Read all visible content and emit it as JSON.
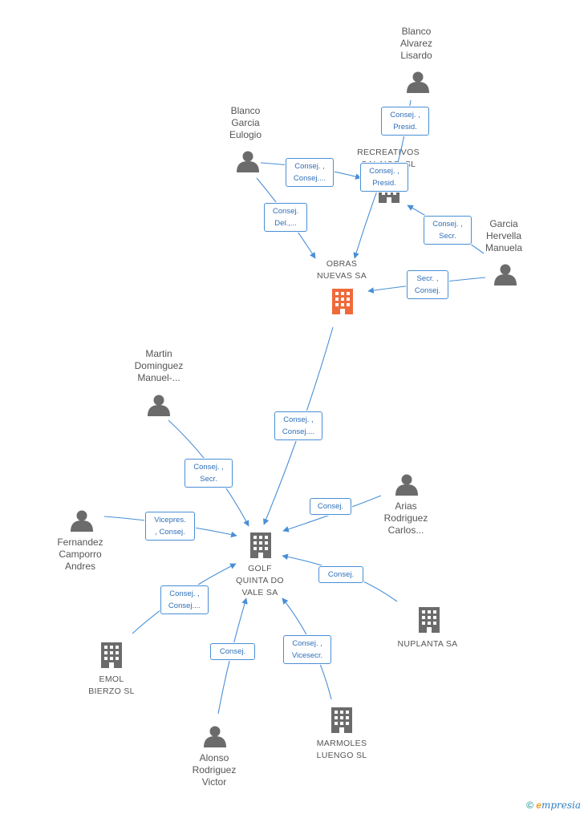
{
  "colors": {
    "edge": "#4a8fd6",
    "person": "#6b6b6b",
    "company": "#6b6b6b",
    "highlight": "#ef6a3a"
  },
  "people": [
    {
      "id": "blanco-alvarez",
      "label": "Blanco\nAlvarez\nLisardo"
    },
    {
      "id": "blanco-garcia",
      "label": "Blanco\nGarcia\nEulogio"
    },
    {
      "id": "garcia-hervella",
      "label": "Garcia\nHervella\nManuela"
    },
    {
      "id": "martin-dominguez",
      "label": "Martin\nDominguez\nManuel-..."
    },
    {
      "id": "arias-rodriguez",
      "label": "Arias\nRodriguez\nCarlos..."
    },
    {
      "id": "fernandez-camporro",
      "label": "Fernandez\nCamporro\nAndres"
    },
    {
      "id": "alonso-rodriguez",
      "label": "Alonso\nRodriguez\nVictor"
    }
  ],
  "companies": [
    {
      "id": "recreativos",
      "label": "RECREATIVOS\nGALAICO..SL"
    },
    {
      "id": "obras-nuevas",
      "label": "OBRAS\nNUEVAS SA"
    },
    {
      "id": "golf-quinta",
      "label": "GOLF\nQUINTA DO\nVALE SA"
    },
    {
      "id": "nuplanta",
      "label": "NUPLANTA SA"
    },
    {
      "id": "emol-bierzo",
      "label": "EMOL\nBIERZO SL"
    },
    {
      "id": "marmoles-luengo",
      "label": "MARMOLES\nLUENGO SL"
    }
  ],
  "edges": [
    {
      "id": "e1",
      "label": "Consej. ,\nPresid."
    },
    {
      "id": "e2",
      "label": "Consej. ,\nConsej...."
    },
    {
      "id": "e3",
      "label": "Consej. ,\nPresid."
    },
    {
      "id": "e4",
      "label": "Consej. ,\nSecr."
    },
    {
      "id": "e5",
      "label": "Consej.\nDel.,..."
    },
    {
      "id": "e6",
      "label": "Secr. ,\nConsej."
    },
    {
      "id": "e7",
      "label": "Consej. ,\nConsej...."
    },
    {
      "id": "e8",
      "label": "Consej. ,\nSecr."
    },
    {
      "id": "e9",
      "label": "Consej."
    },
    {
      "id": "e10",
      "label": "Vicepres.\n, Consej."
    },
    {
      "id": "e11",
      "label": "Consej."
    },
    {
      "id": "e12",
      "label": "Consej. ,\nConsej...."
    },
    {
      "id": "e13",
      "label": "Consej."
    },
    {
      "id": "e14",
      "label": "Consej. ,\nVicesecr."
    }
  ],
  "brand": {
    "symbol": "©",
    "initial": "e",
    "rest": "mpresia"
  }
}
